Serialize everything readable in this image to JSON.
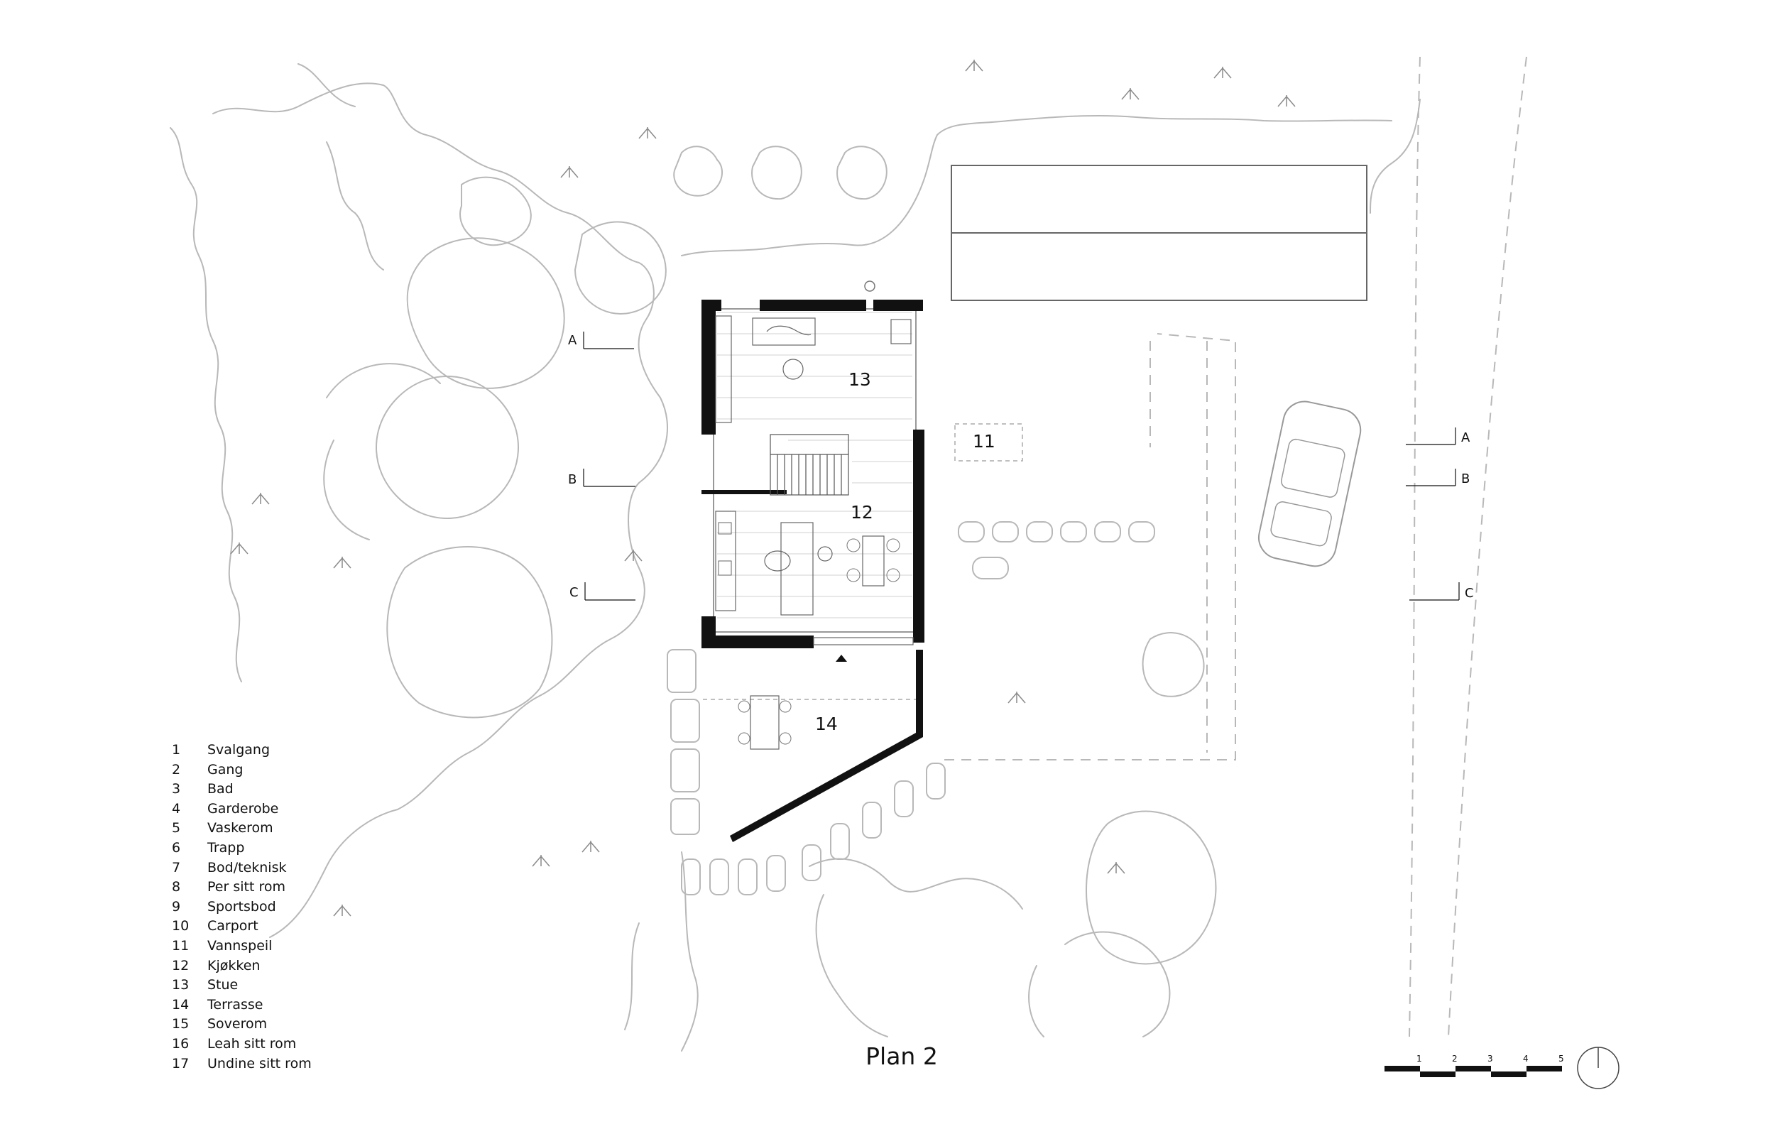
{
  "drawing": {
    "title": "Plan 2",
    "rooms": [
      {
        "number": "11",
        "name": "Vannspeil"
      },
      {
        "number": "12",
        "name": "Kjøkken"
      },
      {
        "number": "13",
        "name": "Stue"
      },
      {
        "number": "14",
        "name": "Terrasse"
      }
    ],
    "section_marks_left": [
      "A",
      "B",
      "C"
    ],
    "section_marks_right": [
      "A",
      "B",
      "C"
    ],
    "scale_bar": {
      "labels": [
        "1",
        "2",
        "3",
        "4",
        "5"
      ]
    },
    "legend": [
      {
        "number": "1",
        "label": "Svalgang"
      },
      {
        "number": "2",
        "label": "Gang"
      },
      {
        "number": "3",
        "label": "Bad"
      },
      {
        "number": "4",
        "label": "Garderobe"
      },
      {
        "number": "5",
        "label": "Vaskerom"
      },
      {
        "number": "6",
        "label": "Trapp"
      },
      {
        "number": "7",
        "label": "Bod/teknisk"
      },
      {
        "number": "8",
        "label": "Per sitt rom"
      },
      {
        "number": "9",
        "label": "Sportsbod"
      },
      {
        "number": "10",
        "label": "Carport"
      },
      {
        "number": "11",
        "label": "Vannspeil"
      },
      {
        "number": "12",
        "label": "Kjøkken"
      },
      {
        "number": "13",
        "label": "Stue"
      },
      {
        "number": "14",
        "label": "Terrasse"
      },
      {
        "number": "15",
        "label": "Soverom"
      },
      {
        "number": "16",
        "label": "Leah sitt rom"
      },
      {
        "number": "17",
        "label": "Undine sitt rom"
      }
    ]
  }
}
